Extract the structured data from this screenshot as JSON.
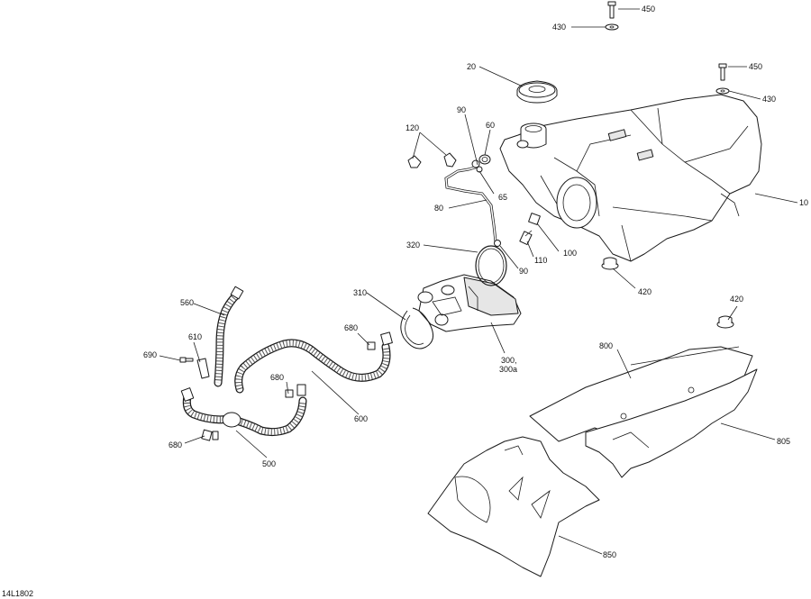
{
  "diagram_code": "14L1802",
  "callouts": {
    "c10": "10",
    "c20": "20",
    "c60": "60",
    "c65": "65",
    "c80": "80",
    "c90a": "90",
    "c90b": "90",
    "c100": "100",
    "c110": "110",
    "c120": "120",
    "c300": "300,",
    "c300a": "300a",
    "c310": "310",
    "c320": "320",
    "c420a": "420",
    "c420b": "420",
    "c430a": "430",
    "c430b": "430",
    "c450a": "450",
    "c450b": "450",
    "c500": "500",
    "c560": "560",
    "c600": "600",
    "c610": "610",
    "c680a": "680",
    "c680b": "680",
    "c680c": "680",
    "c690": "690",
    "c800": "800",
    "c805": "805",
    "c850": "850"
  }
}
